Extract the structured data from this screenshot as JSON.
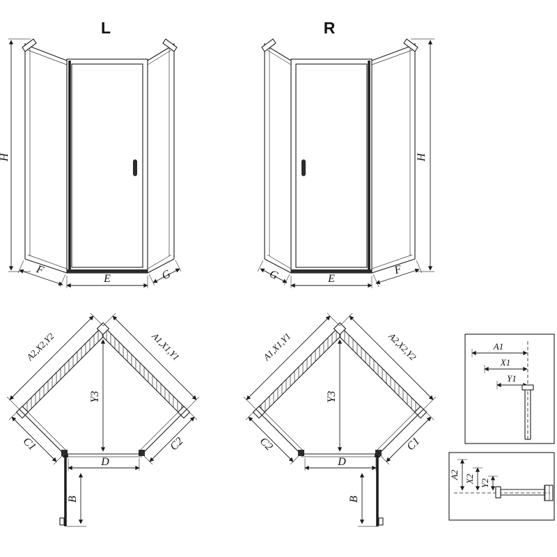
{
  "colors": {
    "ink": "#1a1a1a",
    "background": "#ffffff"
  },
  "elevation_left": {
    "title": "L",
    "height_label": "H",
    "left_panel_label": "F",
    "door_width_label": "E",
    "right_panel_label": "G"
  },
  "elevation_right": {
    "title": "R",
    "height_label": "H",
    "left_panel_label": "G",
    "door_width_label": "E",
    "right_panel_label": "F"
  },
  "plan_left": {
    "left_wall_label": "A2,X2,Y2",
    "right_wall_label": "A1,X1,Y1",
    "depth_label": "Y3",
    "front_left_label": "C1",
    "front_right_label": "C2",
    "door_opening_label": "D",
    "door_projection_label": "B"
  },
  "plan_right": {
    "left_wall_label": "A1,X1,Y1",
    "right_wall_label": "A2,X2,Y2",
    "depth_label": "Y3",
    "front_left_label": "C2",
    "front_right_label": "C1",
    "door_opening_label": "D",
    "door_projection_label": "B"
  },
  "detail_top": {
    "dim1": "A1",
    "dim2": "X1",
    "dim3": "Y1"
  },
  "detail_bottom": {
    "dim1": "A2",
    "dim2": "X2",
    "dim3": "Y2"
  }
}
